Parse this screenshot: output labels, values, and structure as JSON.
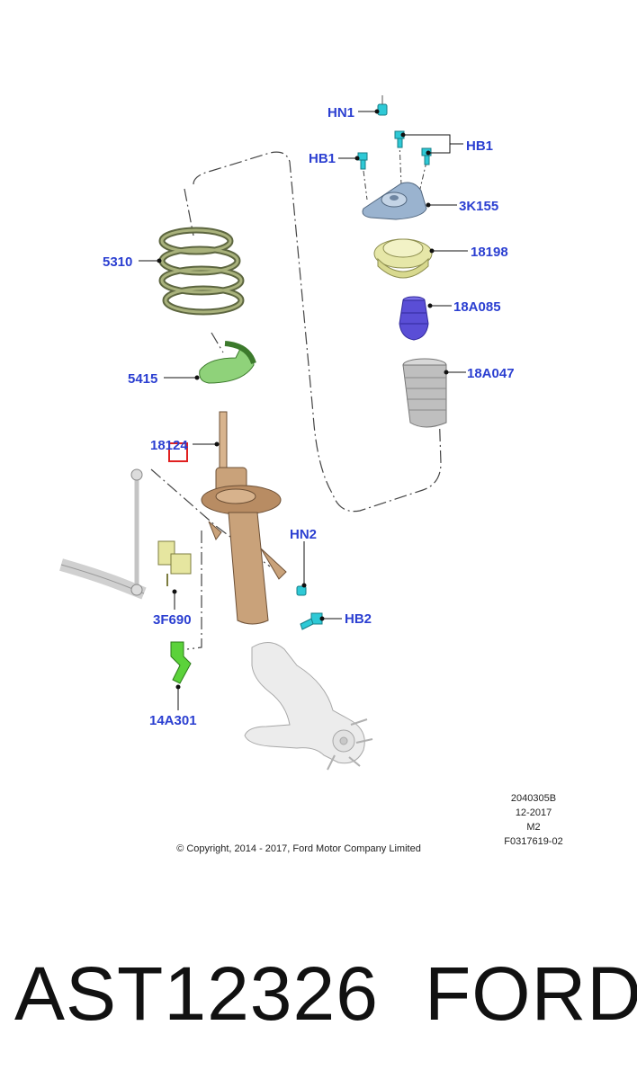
{
  "callouts": {
    "hn1": "HN1",
    "hb1_left": "HB1",
    "hb1_right": "HB1",
    "top_mount": "3K155",
    "bearing": "18198",
    "bump_stop": "18A085",
    "dust_boot": "18A047",
    "spring": "5310",
    "spring_seat": "5415",
    "strut": "18124",
    "hn2": "HN2",
    "hb2": "HB2",
    "bracket": "3F690",
    "sensor_bracket": "14A301"
  },
  "drawing_meta": {
    "code": "2040305B",
    "date": "12-2017",
    "rev": "M2",
    "ref": "F0317619-02"
  },
  "copyright": "© Copyright, 2014 - 2017, Ford Motor Company Limited",
  "footer": {
    "part_number": "AST12326",
    "brand": "FORD"
  },
  "colors": {
    "callout_text": "#2b3fd1",
    "cyan_fastener": "#2ec9d6",
    "spring": "#8e9a62",
    "spring_seat": "#8fd27a",
    "top_mount": "#9ab3cf",
    "bearing": "#e6e7a8",
    "bump_stop": "#5a4ed6",
    "dust_boot": "#bfbfbf",
    "strut": "#c9a27a",
    "green_bracket": "#5bd23a",
    "yellow_bracket": "#e6e6a0",
    "highlight_box": "#e02020"
  }
}
